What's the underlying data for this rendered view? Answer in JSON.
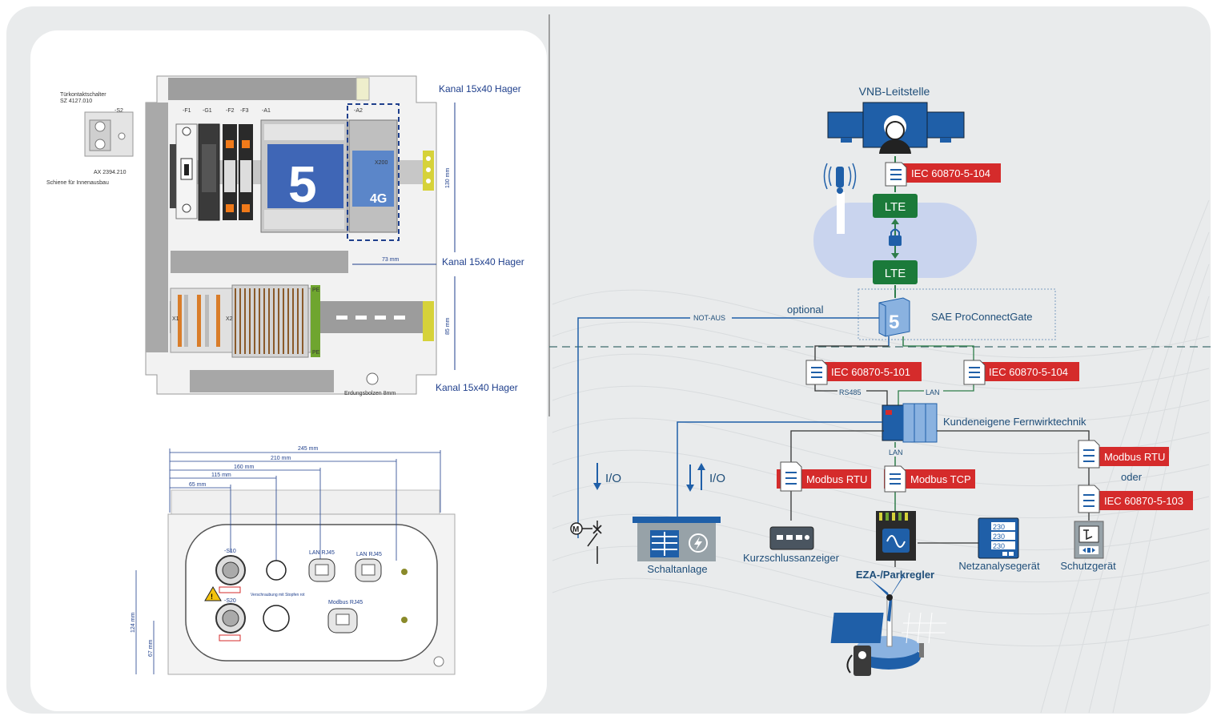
{
  "colors": {
    "background_grey": "#e9ebec",
    "panel_white": "#ffffff",
    "line_blue": "#1f5fa8",
    "line_green": "#2e7d4a",
    "lte_green": "#1b7a3a",
    "protocol_red": "#d52b2b",
    "cloud_blue": "#c9d4ee",
    "dim_blue": "#1f3f8c"
  },
  "left_panel": {
    "cabinet": {
      "door_switch_title": "Türkontaktschalter",
      "door_switch_part": "SZ 4127.010",
      "door_switch_code": "-S2",
      "rail_part": "AX 2394.210",
      "rail_desc": "Schiene für Innenausbau",
      "device_codes": [
        "-F1",
        "-G1",
        "-F2",
        "-F3",
        "-A1",
        "-A2"
      ],
      "module_number": "5",
      "module_4g": "4G",
      "module_model": "X200",
      "channel_top": "Kanal 15x40 Hager",
      "channel_mid": "Kanal 15x40 Hager",
      "channel_bottom": "Kanal 15x40 Hager",
      "dim_130": "130 mm",
      "dim_85": "85 mm",
      "dim_73": "73 mm",
      "terminal_labels": [
        "X1",
        "X2",
        "PE",
        "PE"
      ],
      "ground_label": "Erdungsbolzen 8mm"
    },
    "bottom": {
      "dims_horizontal": [
        "245 mm",
        "210 mm",
        "160 mm",
        "115 mm",
        "65 mm"
      ],
      "dims_vertical": [
        "124 mm",
        "67 mm"
      ],
      "s10": "-S10",
      "s20": "-S20",
      "lan1": "LAN RJ45",
      "lan2": "LAN RJ45",
      "modbus": "Modbus RJ45",
      "gland_label": "Verschraubung mit Stopfen rot"
    }
  },
  "diagram": {
    "control_center": "VNB-Leitstelle",
    "protocol_top": "IEC 60870-5-104",
    "lte_top": "LTE",
    "lte_bottom": "LTE",
    "gateway": "SAE ProConnectGate",
    "optional": "optional",
    "not_aus": "NOT-AUS",
    "protocol_101": "IEC 60870-5-101",
    "protocol_104": "IEC 60870-5-104",
    "rs485": "RS485",
    "lan_top": "LAN",
    "rtu_customer": "Kundeneigene Fernwirktechnik",
    "lan_mid": "LAN",
    "io_left": "I/O",
    "io_right": "I/O",
    "modbus_rtu_left": "Modbus RTU",
    "modbus_tcp": "Modbus TCP",
    "modbus_rtu_right": "Modbus RTU",
    "oder": "oder",
    "protocol_103": "IEC 60870-5-103",
    "switchgear": "Schaltanlage",
    "short_circuit": "Kurzschlussanzeiger",
    "park_controller": "EZA-/Parkregler",
    "grid_analyzer": "Netzanalysegerät",
    "protection": "Schutzgerät",
    "analyzer_readings": [
      "230",
      "230",
      "230"
    ],
    "motor_symbol": "M"
  }
}
